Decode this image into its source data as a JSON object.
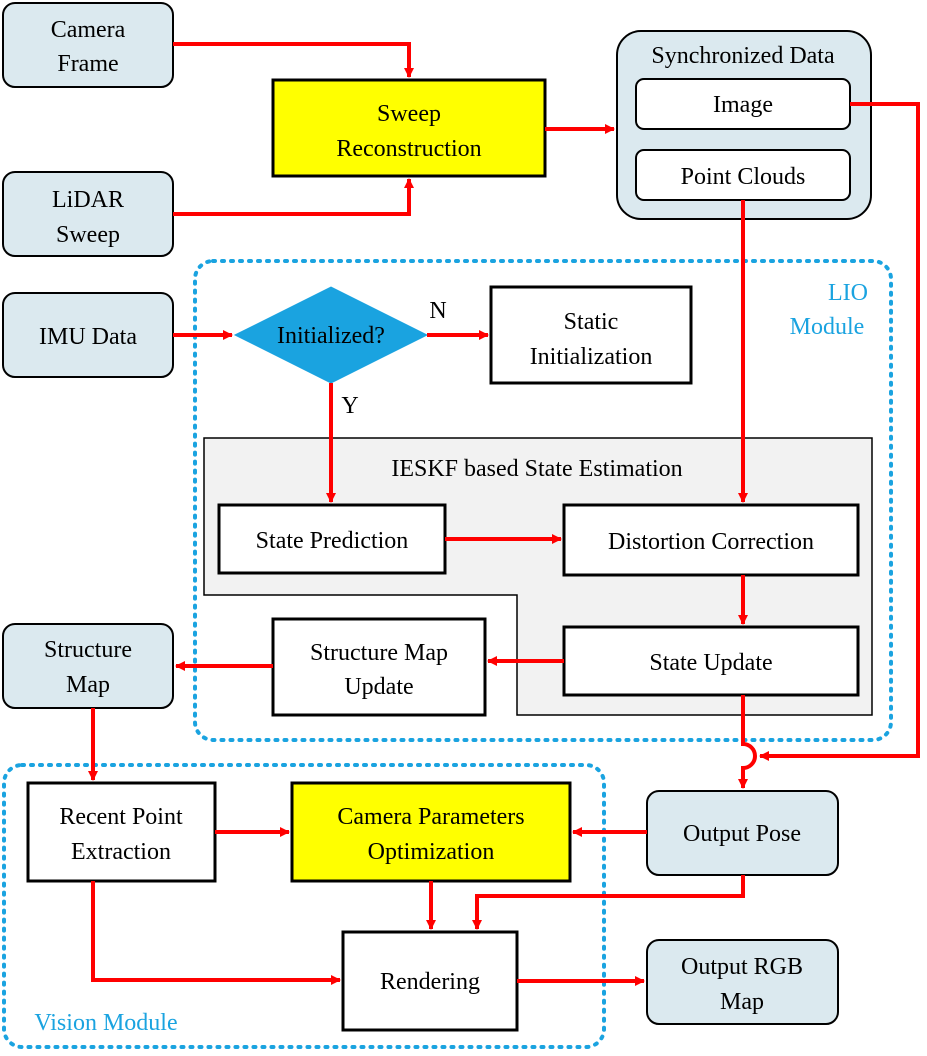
{
  "nodes": {
    "camera_frame": [
      "Camera",
      "Frame"
    ],
    "lidar_sweep": [
      "LiDAR",
      "Sweep"
    ],
    "imu_data": [
      "IMU Data"
    ],
    "sweep_reconstruction": [
      "Sweep",
      "Reconstruction"
    ],
    "synchronized_data": "Synchronized Data",
    "image": "Image",
    "point_clouds": "Point Clouds",
    "initialized": "Initialized?",
    "static_initialization": [
      "Static",
      "Initialization"
    ],
    "ieskf_title": "IESKF based State Estimation",
    "state_prediction": "State Prediction",
    "distortion_correction": "Distortion Correction",
    "state_update": "State Update",
    "structure_map_update": [
      "Structure Map",
      "Update"
    ],
    "structure_map": [
      "Structure",
      "Map"
    ],
    "recent_point_extraction": [
      "Recent Point",
      "Extraction"
    ],
    "camera_params_opt": [
      "Camera Parameters",
      "Optimization"
    ],
    "output_pose": "Output Pose",
    "rendering": "Rendering",
    "output_rgb_map": [
      "Output RGB",
      "Map"
    ]
  },
  "edge_labels": {
    "no": "N",
    "yes": "Y"
  },
  "modules": {
    "lio": [
      "LIO",
      "Module"
    ],
    "vision": "Vision Module"
  },
  "colors": {
    "input_fill": "#dbe9ef",
    "highlight_fill": "#ffff00",
    "decision_fill": "#1aa3e0",
    "ieskf_fill": "#f2f2f2",
    "arrow": "#ff0000",
    "module_border": "#1aa3e0"
  }
}
